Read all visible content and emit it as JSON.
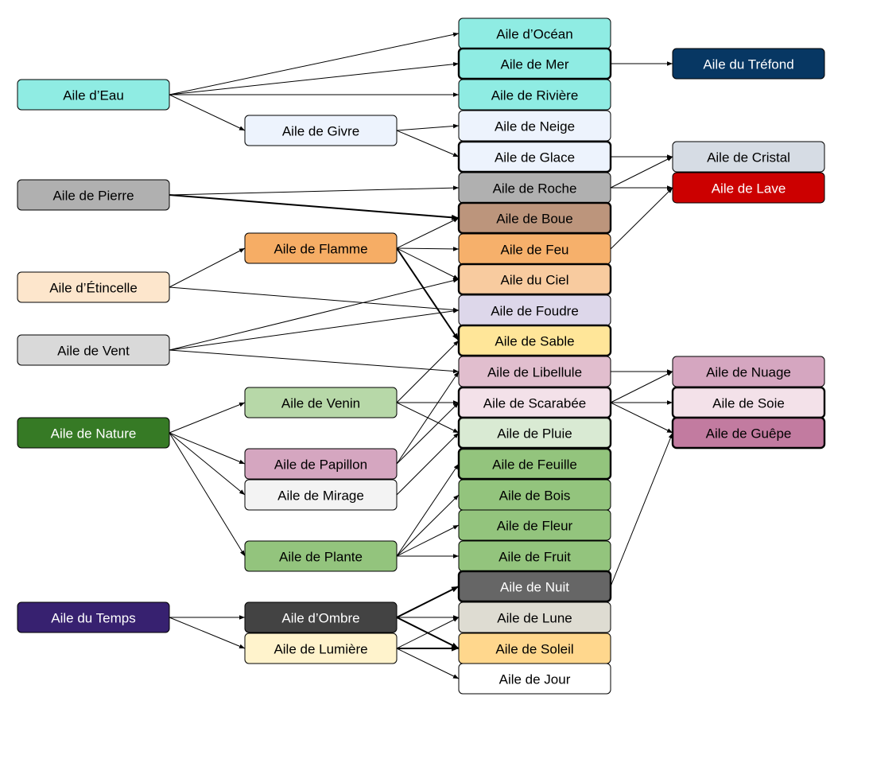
{
  "nodes": [
    {
      "id": "eau",
      "label": "Aile d’Eau",
      "fill": "#8fece3",
      "text": "#000000"
    },
    {
      "id": "pierre",
      "label": "Aile de Pierre",
      "fill": "#b0b0b0",
      "text": "#000000"
    },
    {
      "id": "etincelle",
      "label": "Aile d’Étincelle",
      "fill": "#fde6cc",
      "text": "#000000"
    },
    {
      "id": "vent",
      "label": "Aile de Vent",
      "fill": "#d9d9d9",
      "text": "#000000"
    },
    {
      "id": "nature",
      "label": "Aile de Nature",
      "fill": "#367a25",
      "text": "#ffffff"
    },
    {
      "id": "temps",
      "label": "Aile du Temps",
      "fill": "#372170",
      "text": "#ffffff"
    },
    {
      "id": "givre",
      "label": "Aile de Givre",
      "fill": "#edf3fd",
      "text": "#000000"
    },
    {
      "id": "flamme",
      "label": "Aile de Flamme",
      "fill": "#f6ad65",
      "text": "#000000"
    },
    {
      "id": "venin",
      "label": "Aile de Venin",
      "fill": "#b7d8a8",
      "text": "#000000"
    },
    {
      "id": "papillon",
      "label": "Aile de Papillon",
      "fill": "#d5a6c0",
      "text": "#000000"
    },
    {
      "id": "mirage",
      "label": "Aile de Mirage",
      "fill": "#f3f3f3",
      "text": "#000000"
    },
    {
      "id": "plante",
      "label": "Aile de Plante",
      "fill": "#93c47d",
      "text": "#000000"
    },
    {
      "id": "ombre",
      "label": "Aile d’Ombre",
      "fill": "#434343",
      "text": "#ffffff"
    },
    {
      "id": "lumiere",
      "label": "Aile de Lumière",
      "fill": "#fff3cc",
      "text": "#000000"
    },
    {
      "id": "ocean",
      "label": "Aile d’Océan",
      "fill": "#8fece3",
      "text": "#000000"
    },
    {
      "id": "mer",
      "label": "Aile de Mer",
      "fill": "#8fece3",
      "text": "#000000"
    },
    {
      "id": "riviere",
      "label": "Aile de Rivière",
      "fill": "#8fece3",
      "text": "#000000"
    },
    {
      "id": "neige",
      "label": "Aile de Neige",
      "fill": "#edf3fd",
      "text": "#000000"
    },
    {
      "id": "glace",
      "label": "Aile de Glace",
      "fill": "#edf3fd",
      "text": "#000000"
    },
    {
      "id": "roche",
      "label": "Aile de Roche",
      "fill": "#b0b0b0",
      "text": "#000000"
    },
    {
      "id": "boue",
      "label": "Aile de Boue",
      "fill": "#bc957c",
      "text": "#000000"
    },
    {
      "id": "feu",
      "label": "Aile de Feu",
      "fill": "#f6b06b",
      "text": "#000000"
    },
    {
      "id": "ciel",
      "label": "Aile du Ciel",
      "fill": "#f8cb9f",
      "text": "#000000"
    },
    {
      "id": "foudre",
      "label": "Aile de Foudre",
      "fill": "#ddd7ea",
      "text": "#000000"
    },
    {
      "id": "sable",
      "label": "Aile de Sable",
      "fill": "#ffe699",
      "text": "#000000"
    },
    {
      "id": "libellule",
      "label": "Aile de Libellule",
      "fill": "#e1bece",
      "text": "#000000"
    },
    {
      "id": "scarabee",
      "label": "Aile de Scarabée",
      "fill": "#f3e1e9",
      "text": "#000000"
    },
    {
      "id": "pluie",
      "label": "Aile de Pluie",
      "fill": "#d9ead3",
      "text": "#000000"
    },
    {
      "id": "feuille",
      "label": "Aile de Feuille",
      "fill": "#93c47d",
      "text": "#000000"
    },
    {
      "id": "bois",
      "label": "Aile de Bois",
      "fill": "#93c47d",
      "text": "#000000"
    },
    {
      "id": "fleur",
      "label": "Aile de Fleur",
      "fill": "#93c47d",
      "text": "#000000"
    },
    {
      "id": "fruit",
      "label": "Aile de Fruit",
      "fill": "#93c47d",
      "text": "#000000"
    },
    {
      "id": "nuit",
      "label": "Aile de Nuit",
      "fill": "#666666",
      "text": "#ffffff"
    },
    {
      "id": "lune",
      "label": "Aile de Lune",
      "fill": "#dedcd2",
      "text": "#000000"
    },
    {
      "id": "soleil",
      "label": "Aile de Soleil",
      "fill": "#ffd78d",
      "text": "#000000"
    },
    {
      "id": "jour",
      "label": "Aile de Jour",
      "fill": "#ffffff",
      "text": "#000000"
    },
    {
      "id": "trefond",
      "label": "Aile du Tréfond",
      "fill": "#073763",
      "text": "#ffffff"
    },
    {
      "id": "cristal",
      "label": "Aile de Cristal",
      "fill": "#d6dce4",
      "text": "#000000"
    },
    {
      "id": "lave",
      "label": "Aile de Lave",
      "fill": "#cc0000",
      "text": "#ffffff"
    },
    {
      "id": "nuage",
      "label": "Aile de Nuage",
      "fill": "#d5a6c0",
      "text": "#000000"
    },
    {
      "id": "soie",
      "label": "Aile de Soie",
      "fill": "#f3e1e9",
      "text": "#000000"
    },
    {
      "id": "guepe",
      "label": "Aile de Guêpe",
      "fill": "#c27ba0",
      "text": "#000000"
    }
  ],
  "edges": [
    {
      "from": "eau",
      "to": "ocean"
    },
    {
      "from": "eau",
      "to": "mer"
    },
    {
      "from": "eau",
      "to": "riviere"
    },
    {
      "from": "eau",
      "to": "givre"
    },
    {
      "from": "givre",
      "to": "neige"
    },
    {
      "from": "givre",
      "to": "glace"
    },
    {
      "from": "mer",
      "to": "trefond"
    },
    {
      "from": "glace",
      "to": "cristal"
    },
    {
      "from": "roche",
      "to": "cristal"
    },
    {
      "from": "roche",
      "to": "lave"
    },
    {
      "from": "feu",
      "to": "lave"
    },
    {
      "from": "pierre",
      "to": "roche"
    },
    {
      "from": "pierre",
      "to": "boue",
      "bold": true
    },
    {
      "from": "flamme",
      "to": "boue"
    },
    {
      "from": "flamme",
      "to": "feu"
    },
    {
      "from": "flamme",
      "to": "ciel"
    },
    {
      "from": "flamme",
      "to": "sable",
      "bold": true
    },
    {
      "from": "etincelle",
      "to": "flamme"
    },
    {
      "from": "etincelle",
      "to": "foudre"
    },
    {
      "from": "vent",
      "to": "ciel"
    },
    {
      "from": "vent",
      "to": "foudre"
    },
    {
      "from": "vent",
      "to": "libellule"
    },
    {
      "from": "nature",
      "to": "venin"
    },
    {
      "from": "nature",
      "to": "papillon"
    },
    {
      "from": "nature",
      "to": "mirage"
    },
    {
      "from": "nature",
      "to": "plante"
    },
    {
      "from": "venin",
      "to": "sable"
    },
    {
      "from": "venin",
      "to": "scarabee"
    },
    {
      "from": "venin",
      "to": "pluie"
    },
    {
      "from": "papillon",
      "to": "libellule"
    },
    {
      "from": "papillon",
      "to": "scarabee"
    },
    {
      "from": "mirage",
      "to": "pluie"
    },
    {
      "from": "plante",
      "to": "feuille"
    },
    {
      "from": "plante",
      "to": "bois"
    },
    {
      "from": "plante",
      "to": "fleur"
    },
    {
      "from": "plante",
      "to": "fruit"
    },
    {
      "from": "libellule",
      "to": "nuage"
    },
    {
      "from": "scarabee",
      "to": "nuage"
    },
    {
      "from": "scarabee",
      "to": "soie"
    },
    {
      "from": "scarabee",
      "to": "guepe"
    },
    {
      "from": "nuit",
      "to": "guepe"
    },
    {
      "from": "temps",
      "to": "ombre"
    },
    {
      "from": "temps",
      "to": "lumiere"
    },
    {
      "from": "ombre",
      "to": "nuit",
      "bold": true
    },
    {
      "from": "ombre",
      "to": "lune"
    },
    {
      "from": "ombre",
      "to": "soleil",
      "bold": true
    },
    {
      "from": "lumiere",
      "to": "lune"
    },
    {
      "from": "lumiere",
      "to": "soleil",
      "bold": true
    },
    {
      "from": "lumiere",
      "to": "jour"
    }
  ]
}
